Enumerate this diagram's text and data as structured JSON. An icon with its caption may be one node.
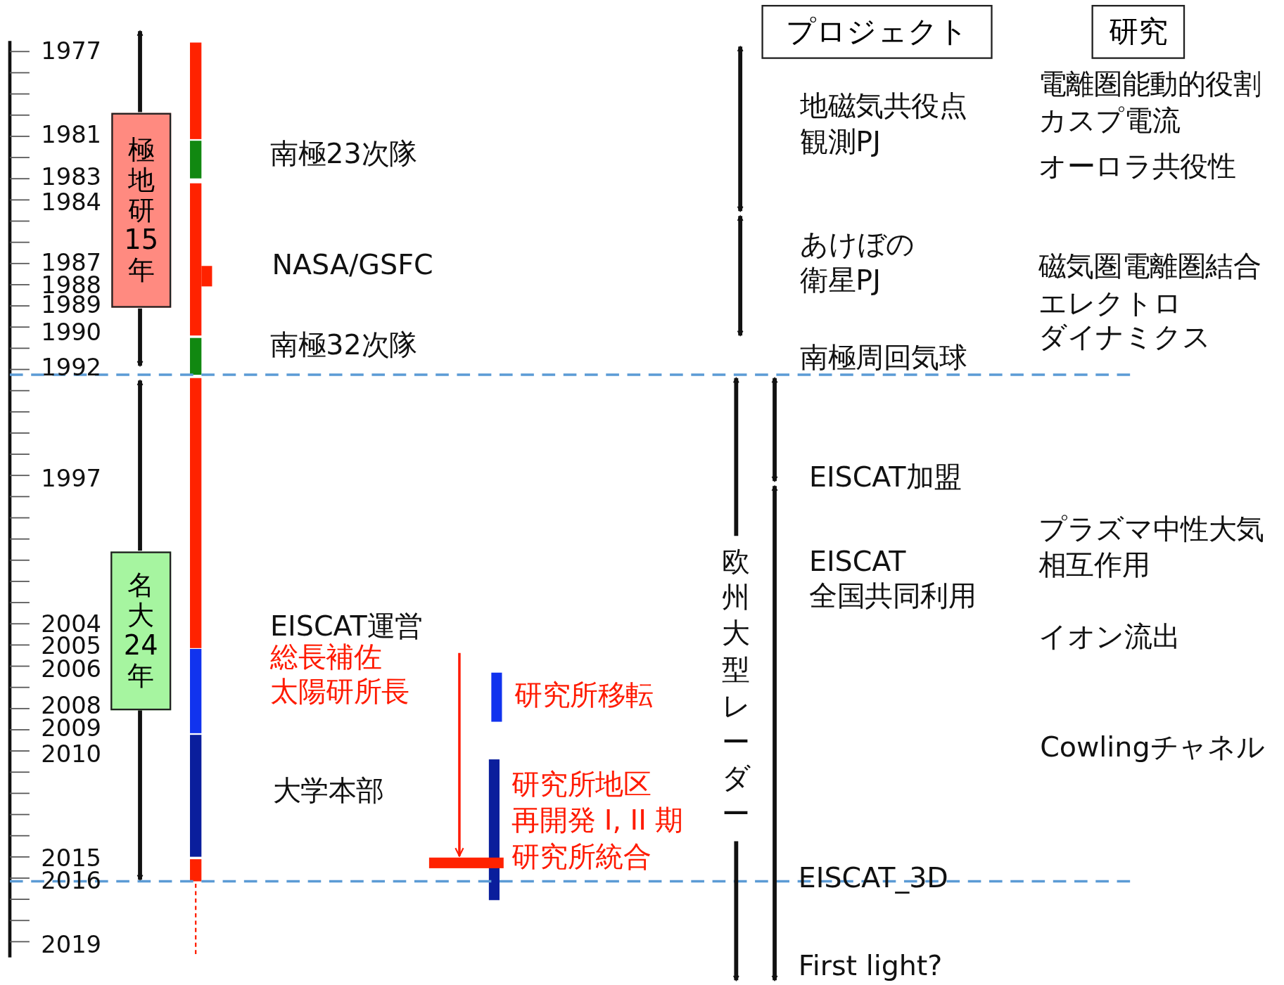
{
  "diagram": {
    "nodes": [
      {
        "text": [
          "プロジェクト"
        ]
      },
      {
        "text": [
          "研究"
        ]
      },
      {
        "text": [
          "極地研15年"
        ]
      },
      {
        "text": [
          "名大24年"
        ]
      }
    ],
    "labels": [
      "1977",
      "1981",
      "1983",
      "1984",
      "1987",
      "1988",
      "1989",
      "1990",
      "1992",
      "1997",
      "2004",
      "2005",
      "2006",
      "2008",
      "2009",
      "2010",
      "2015",
      "2016",
      "2019",
      "南極23次隊",
      "NASA/GSFC",
      "南極32次隊",
      "EISCAT運営",
      "総長補佐",
      "太陽研所長",
      "大学本部",
      "研究所移転",
      "研究所地区",
      "再開発 I, II 期",
      "研究所統合",
      "地磁気共役点観測PJ",
      "あけぼの衛星PJ",
      "南極周回気球",
      "欧州大型レーダー",
      "EISCAT加盟",
      "EISCAT",
      "全国共同利用",
      "EISCAT_3D",
      "First light?",
      "電離圏能動的役割",
      "カスプ電流",
      "オーロラ共役性",
      "磁気圏電離圏結合",
      "エレクトロ",
      "ダイナミクス",
      "プラズマ中性大気相互作用",
      "イオン流出",
      "Cowlingチャネル"
    ]
  }
}
